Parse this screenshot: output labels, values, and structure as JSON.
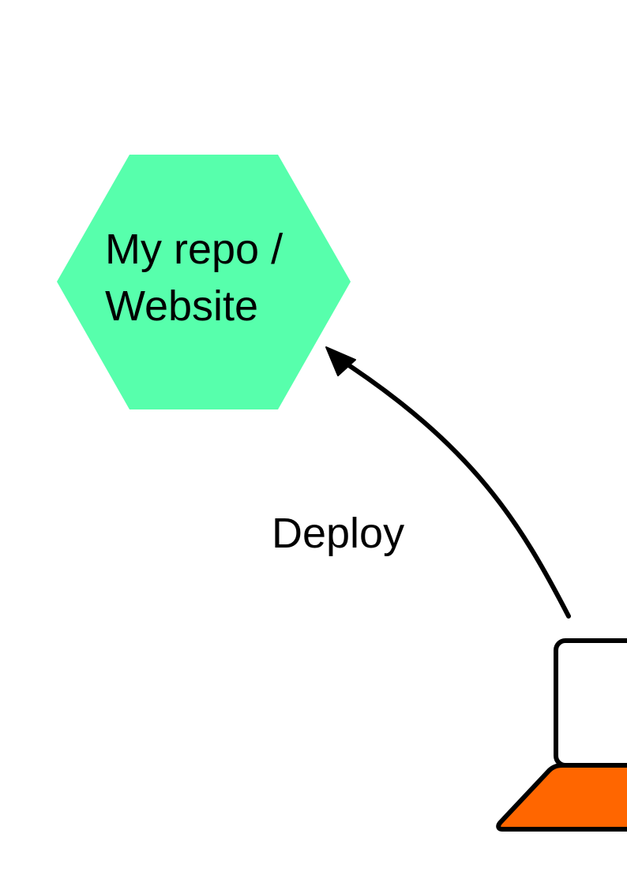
{
  "diagram": {
    "nodes": [
      {
        "id": "repo",
        "shape": "hexagon",
        "label_lines": [
          "My repo /",
          "Website"
        ],
        "fill": "#57FFAC"
      },
      {
        "id": "laptop",
        "shape": "laptop-icon",
        "screen_fill": "#FFFFFF",
        "base_fill": "#FF6600",
        "stroke": "#000000"
      }
    ],
    "edges": [
      {
        "from": "laptop",
        "to": "repo",
        "label": "Deploy",
        "stroke": "#000000"
      }
    ]
  }
}
